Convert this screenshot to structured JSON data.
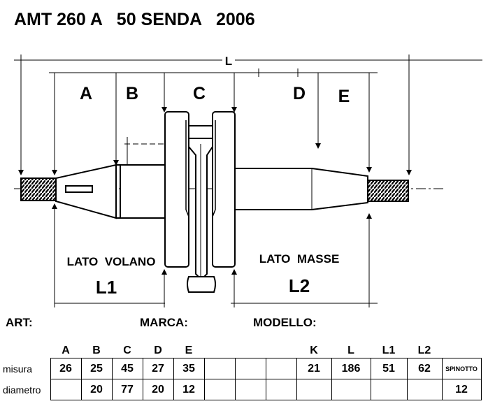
{
  "title": {
    "model": "AMT 260 A",
    "name": "50 SENDA",
    "year": "2006"
  },
  "drawing": {
    "dimension_labels": [
      "L",
      "A",
      "B",
      "C",
      "D",
      "E",
      "K",
      "L1",
      "L2"
    ],
    "side_left": "LATO  VOLANO",
    "side_right": "LATO  MASSE"
  },
  "info": {
    "art": "ART:",
    "marca": "MARCA:",
    "modello": "MODELLO:"
  },
  "table": {
    "headers": [
      "A",
      "B",
      "C",
      "D",
      "E",
      "",
      "",
      "",
      "K",
      "L",
      "L1",
      "L2",
      ""
    ],
    "rows": [
      {
        "label": "misura",
        "values": [
          "26",
          "25",
          "45",
          "27",
          "35",
          "",
          "",
          "",
          "21",
          "186",
          "51",
          "62",
          "SPINOTTO"
        ]
      },
      {
        "label": "diametro",
        "values": [
          "",
          "20",
          "77",
          "20",
          "12",
          "",
          "",
          "",
          "",
          "",
          "",
          "",
          "12"
        ]
      }
    ]
  }
}
